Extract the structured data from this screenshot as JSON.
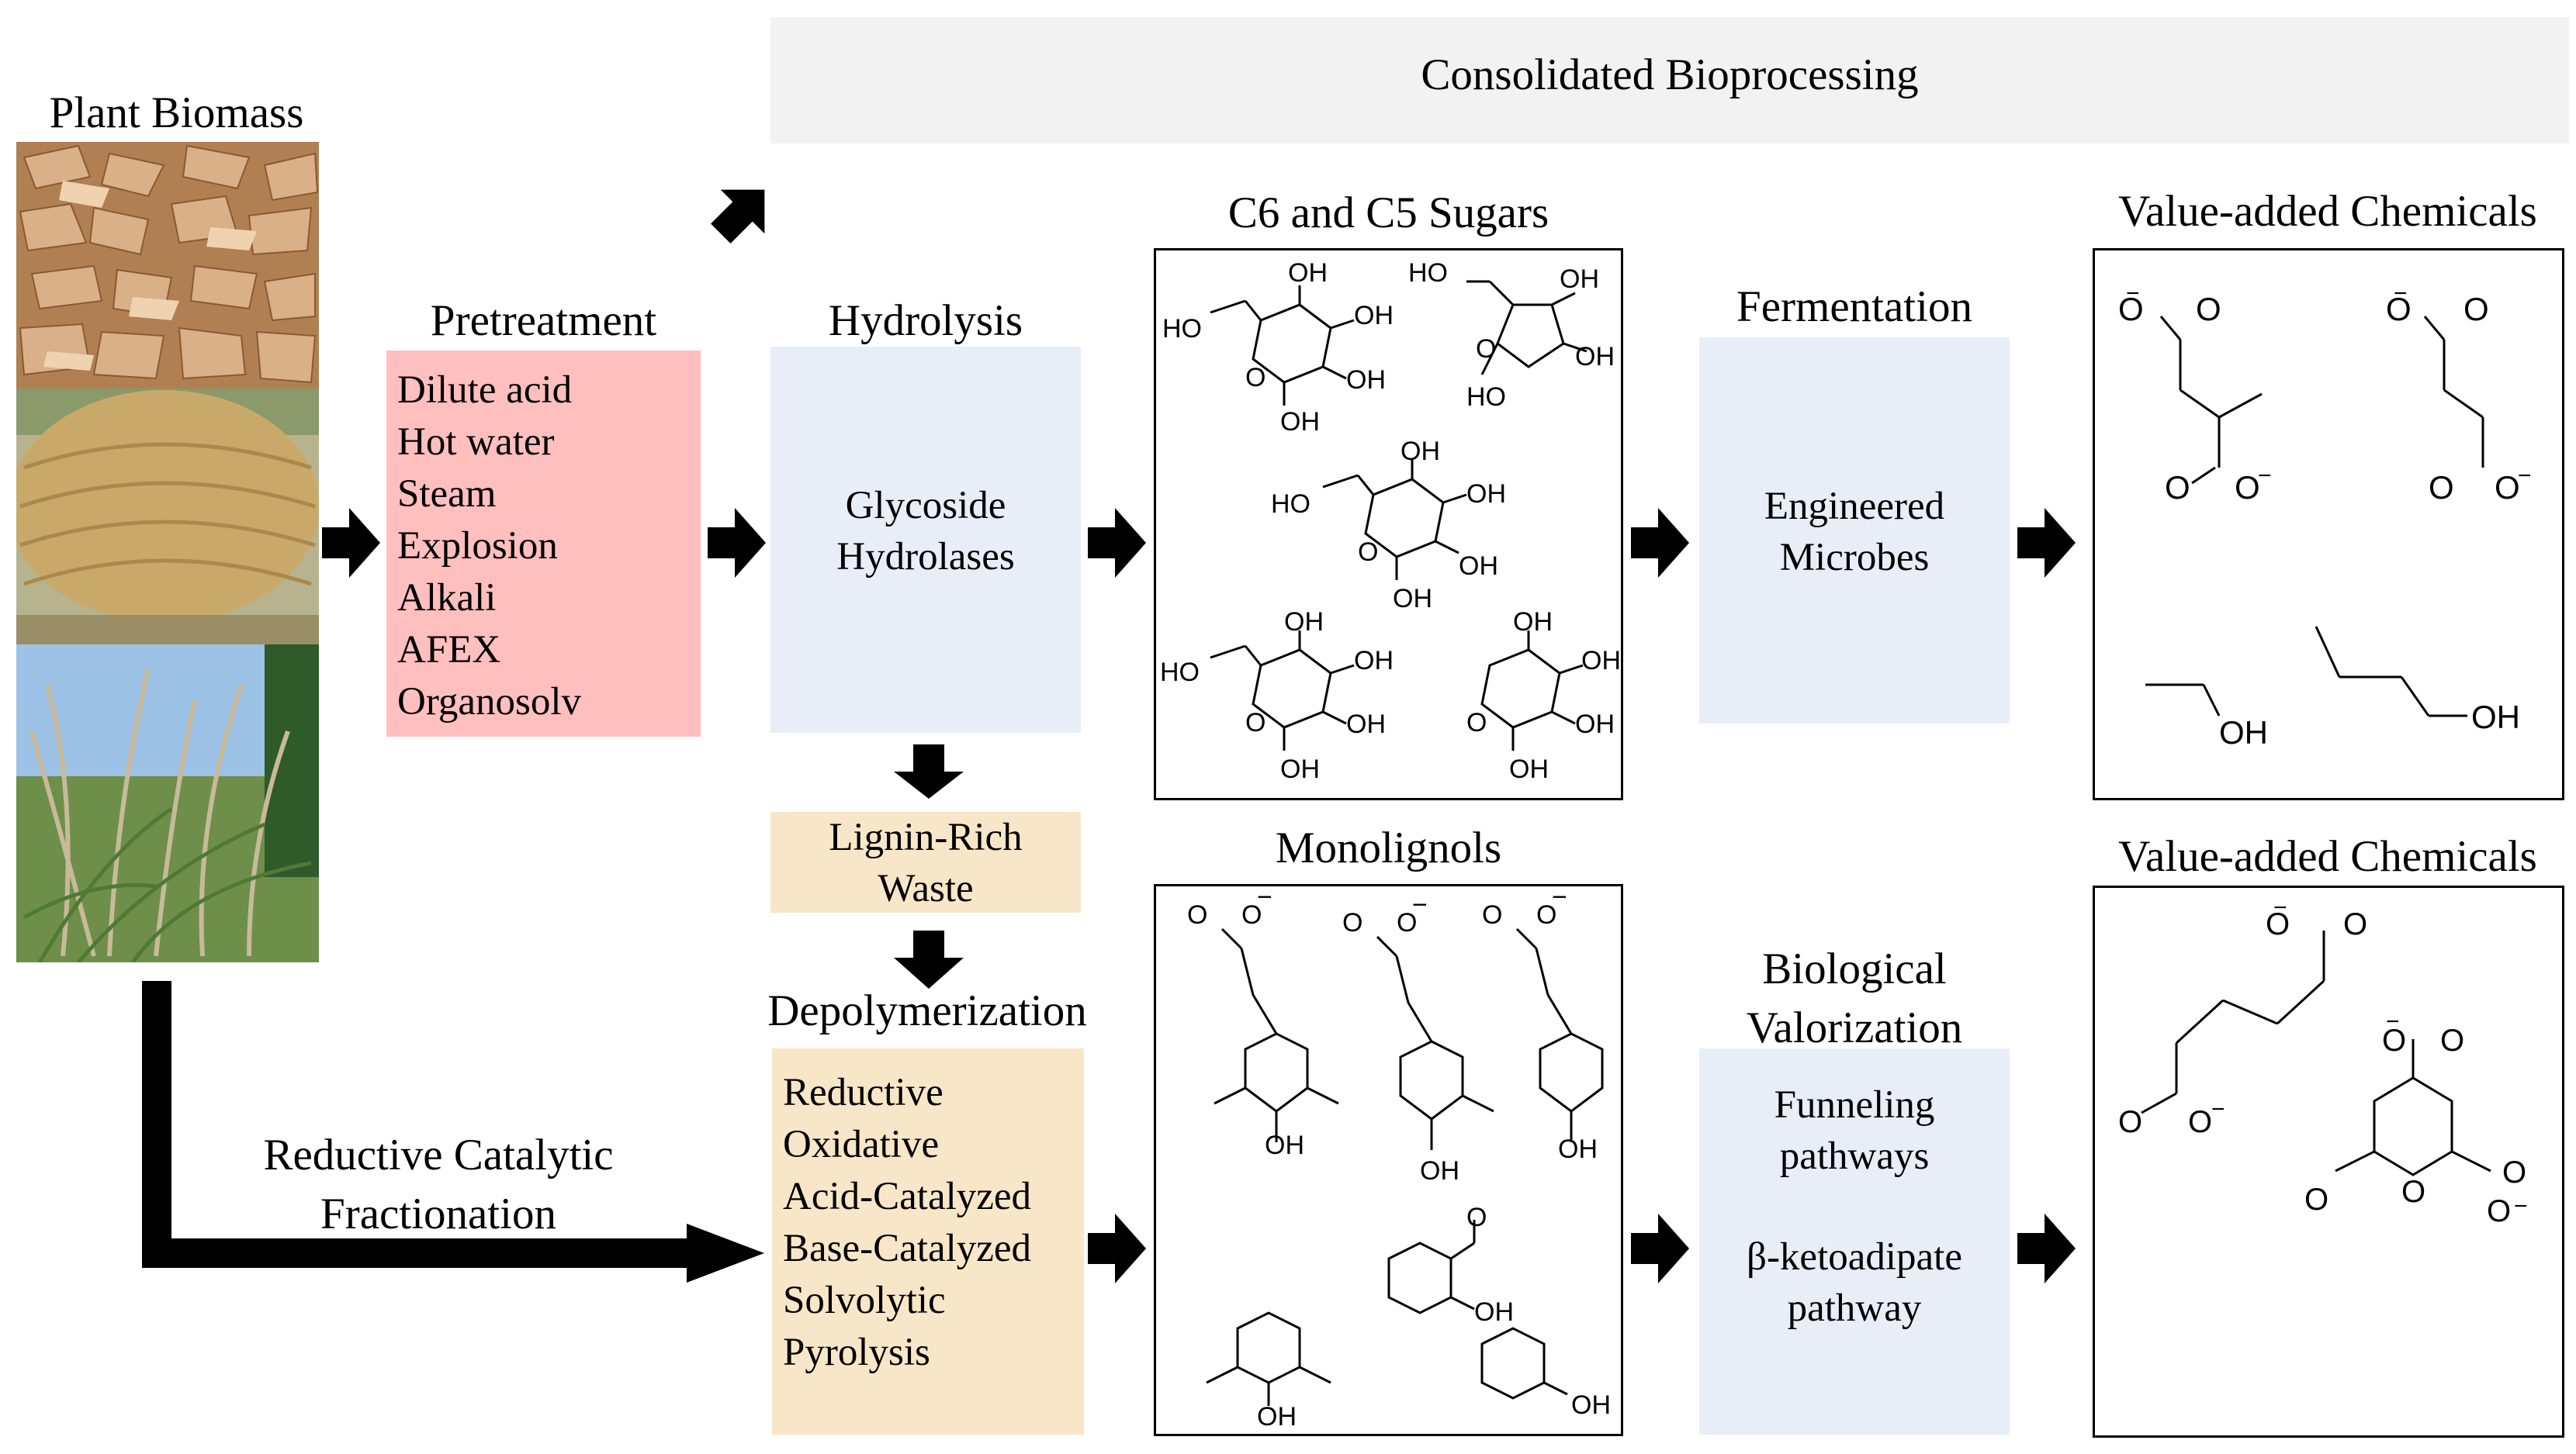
{
  "header": {
    "cbp_label": "Consolidated Bioprocessing"
  },
  "biomass": {
    "title": "Plant Biomass"
  },
  "pretreatment": {
    "title": "Pretreatment",
    "items": [
      "Dilute acid",
      "Hot water",
      "Steam",
      "Explosion",
      "Alkali",
      "AFEX",
      "Organosolv"
    ]
  },
  "hydrolysis": {
    "title": "Hydrolysis",
    "enzyme_lines": [
      "Glycoside",
      "Hydrolases"
    ]
  },
  "sugars": {
    "title": "C6 and C5 Sugars"
  },
  "fermentation": {
    "title": "Fermentation",
    "lines": [
      "Engineered",
      "Microbes"
    ]
  },
  "chem_top": {
    "title": "Value-added Chemicals"
  },
  "lignin_waste": {
    "lines": [
      "Lignin-Rich",
      "Waste"
    ]
  },
  "depolymerization": {
    "title": "Depolymerization",
    "items": [
      "Reductive",
      "Oxidative",
      "Acid-Catalyzed",
      "Base-Catalyzed",
      "Solvolytic",
      "Pyrolysis"
    ]
  },
  "rcf": {
    "lines": [
      "Reductive Catalytic",
      "Fractionation"
    ]
  },
  "monolignols": {
    "title": "Monolignols"
  },
  "valorization": {
    "title_lines": [
      "Biological",
      "Valorization"
    ],
    "lines": [
      "Funneling",
      "pathways",
      "β-ketoadipate",
      "pathway"
    ]
  },
  "chem_bottom": {
    "title": "Value-added Chemicals"
  },
  "chem_labels": {
    "oh": "OH",
    "o": "O",
    "ho": "HO",
    "minus": "−"
  }
}
